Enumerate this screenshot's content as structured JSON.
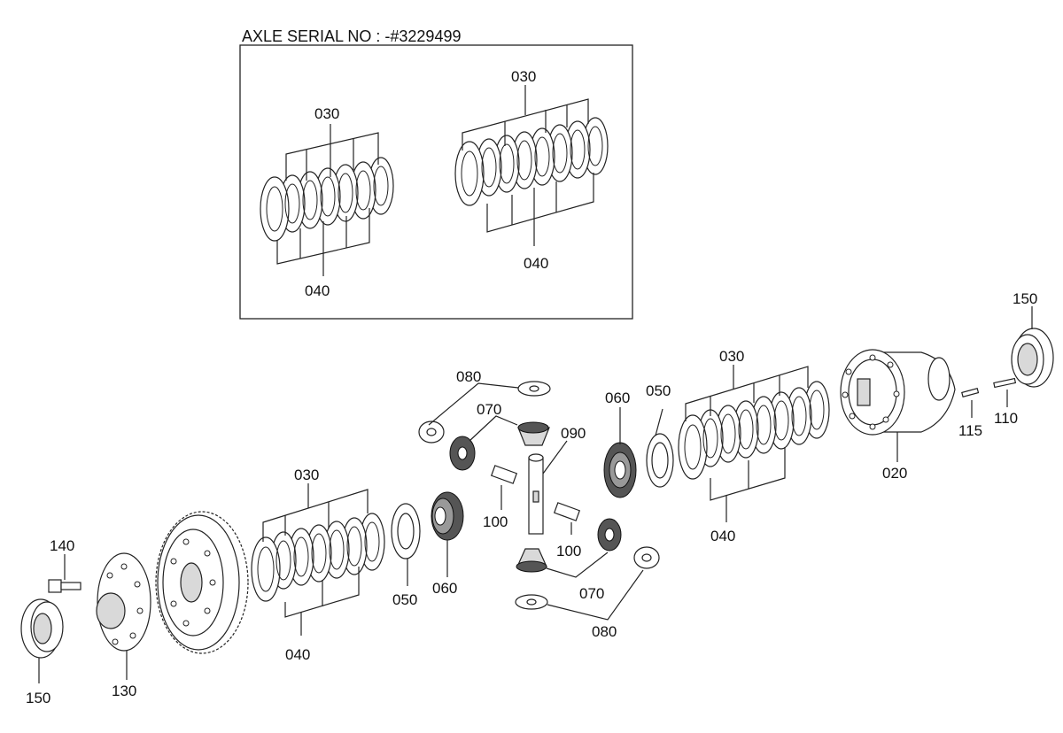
{
  "inset": {
    "title": "AXLE SERIAL NO : -#3229499"
  },
  "labels": {
    "inset_030_left": "030",
    "inset_040_left": "040",
    "inset_030_right": "030",
    "inset_040_right": "040",
    "p150_right": "150",
    "p030_upper": "030",
    "p080_top": "080",
    "p060_right": "060",
    "p050_right": "050",
    "p070_top": "070",
    "p090": "090",
    "p115": "115",
    "p110": "110",
    "p020": "020",
    "p030_lower": "030",
    "p100_left": "100",
    "p040_upper": "040",
    "p140": "140",
    "p100_right": "100",
    "p070_bottom": "070",
    "p050_left": "050",
    "p060_left": "060",
    "p080_bottom": "080",
    "p040_lower": "040",
    "p130": "130",
    "p150_left": "150"
  }
}
